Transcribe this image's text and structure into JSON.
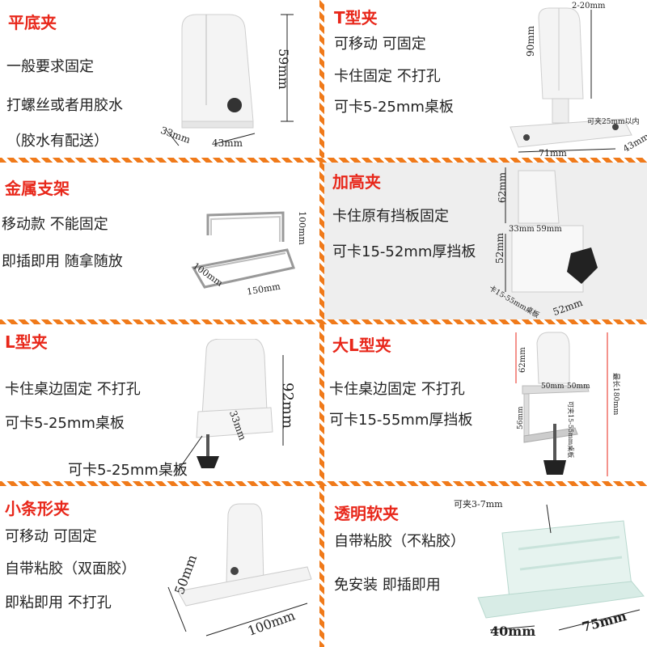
{
  "cells": [
    {
      "title": "平底夹",
      "lines": [
        "一般要求固定",
        "打螺丝或者用胶水",
        "（胶水有配送）"
      ],
      "dims": [
        "59mm",
        "33mm",
        "43mm"
      ]
    },
    {
      "title": "T型夹",
      "lines": [
        "可移动  可固定",
        "卡住固定  不打孔",
        "可卡5-25mm桌板"
      ],
      "dims": [
        "2-20mm",
        "90mm",
        "可夹25mm以内",
        "71mm",
        "43mm"
      ]
    },
    {
      "title": "金属支架",
      "lines": [
        "移动款  不能固定",
        "即插即用  随拿随放"
      ],
      "dims": [
        "100mm",
        "100mm",
        "150mm"
      ]
    },
    {
      "title": "加高夹",
      "lines": [
        "卡住原有挡板固定",
        "可卡15-52mm厚挡板"
      ],
      "dims": [
        "62mm",
        "33mm",
        "59mm",
        "52mm",
        "卡15-55mm桌板",
        "52mm"
      ]
    },
    {
      "title": "L型夹",
      "lines": [
        "卡住桌边固定  不打孔",
        "可卡5-25mm桌板",
        "可卡5-25mm桌板"
      ],
      "dims": [
        "92mm",
        "33mm"
      ]
    },
    {
      "title": "大L型夹",
      "lines": [
        "卡住桌边固定  不打孔",
        "可卡15-55mm厚挡板"
      ],
      "dims": [
        "62mm",
        "50mm",
        "50mm",
        "56mm",
        "可夹15-55mm桌板",
        "最长180mm"
      ]
    },
    {
      "title": "小条形夹",
      "lines": [
        "可移动  可固定",
        "自带粘胶（双面胶）",
        "即粘即用  不打孔"
      ],
      "dims": [
        "50mm",
        "100mm"
      ]
    },
    {
      "title": "透明软夹",
      "lines": [
        "自带粘胶（不粘胶）",
        "免安装  即插即用"
      ],
      "dims": [
        "可夹3-7mm",
        "40mm",
        "75mm"
      ]
    }
  ]
}
